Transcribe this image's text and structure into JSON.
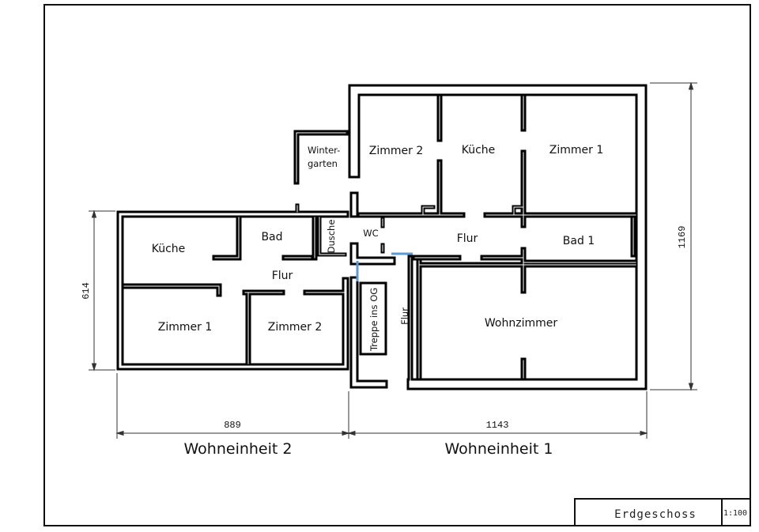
{
  "title_block": {
    "title": "Erdgeschoss",
    "scale": "1:100"
  },
  "units": {
    "unit2": {
      "name": "Wohneinheit 2",
      "width_dim": "889",
      "height_dim": "614",
      "rooms": {
        "kueche": "Küche",
        "bad": "Bad",
        "dusche": "Dusche",
        "flur": "Flur",
        "zimmer1": "Zimmer 1",
        "zimmer2": "Zimmer 2"
      }
    },
    "unit1": {
      "name": "Wohneinheit 1",
      "width_dim": "1143",
      "height_dim": "1169",
      "rooms": {
        "zimmer2": "Zimmer 2",
        "kueche": "Küche",
        "zimmer1": "Zimmer 1",
        "wc": "WC",
        "flur": "Flur",
        "bad1": "Bad 1",
        "wohnzimmer": "Wohnzimmer",
        "flur2": "Flur",
        "treppe": "Treppe ins OG"
      }
    }
  },
  "wintergarten": {
    "line1": "Winter-",
    "line2": "garten"
  },
  "colors": {
    "wall": "#000000",
    "connector": "#5b9bd5"
  }
}
